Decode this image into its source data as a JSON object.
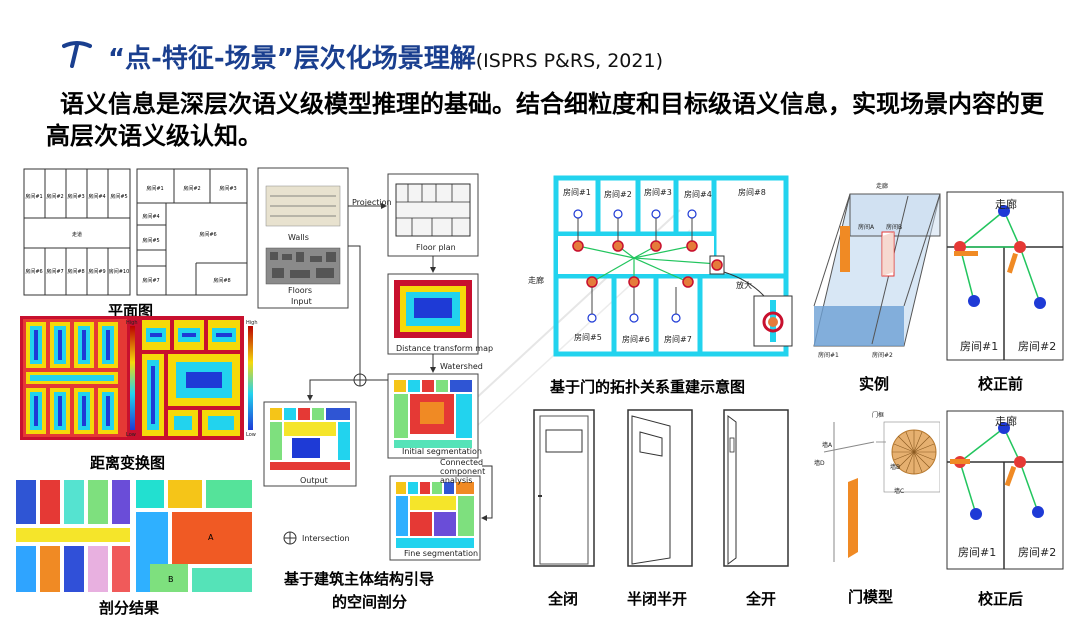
{
  "header": {
    "title_main": "“点-特征-场景”层次化场景理解",
    "title_cite": "(ISPRS P&RS, 2021)"
  },
  "intro": {
    "text": "语义信息是深层次语义级模型推理的基础。结合细粒度和目标级语义信息，实现场景内容的更高层次语义级认知。"
  },
  "panel_left": {
    "floorplan_caption": "平面图",
    "distance_caption": "距离变换图",
    "partition_caption": "剖分结果",
    "floorplan_a_rooms_top": [
      "房间#1",
      "房间#2",
      "房间#3",
      "房间#4",
      "房间#5"
    ],
    "floorplan_a_corridor": "走道",
    "floorplan_a_rooms_bottom": [
      "房间#6",
      "房间#7",
      "房间#8",
      "房间#9",
      "房间#10"
    ],
    "floorplan_b_rooms": [
      "房间#1",
      "房间#2",
      "房间#3",
      "房间#4",
      "房间#5",
      "房间#6",
      "房间#7",
      "房间#8"
    ],
    "colorbar_high": "High",
    "colorbar_low": "Low",
    "partition_labels": [
      "A",
      "B"
    ]
  },
  "panel_flow": {
    "walls_label": "Walls",
    "floors_label": "Floors",
    "input_label": "Input",
    "projection_label": "Projection",
    "floor_plan_label": "Floor plan",
    "distance_map_label": "Distance transform map",
    "watershed_label": "Watershed",
    "initial_seg_label": "Initial segmentation",
    "connected_label": "Connected component analysis",
    "fine_seg_label": "Fine segmentation",
    "output_label": "Output",
    "intersection_label": "Intersection",
    "caption_line1": "基于建筑主体结构引导",
    "caption_line2": "的空间剖分"
  },
  "panel_topology": {
    "rooms_top": [
      "房间#1",
      "房间#2",
      "房间#3",
      "房间#4",
      "房间#8"
    ],
    "rooms_bottom": [
      "房间#5",
      "房间#6",
      "房间#7"
    ],
    "corridor_label": "走廊",
    "zoom_label": "放大",
    "caption": "基于门的拓扑关系重建示意图"
  },
  "panel_doors": {
    "closed_caption": "全闭",
    "half_caption": "半闭半开",
    "open_caption": "全开"
  },
  "panel_right": {
    "instance_caption": "实例",
    "before_caption": "校正前",
    "door_model_caption": "门模型",
    "after_caption": "校正后",
    "corridor_label": "走廊",
    "room1_label": "房间#1",
    "room2_label": "房间#2",
    "instance_top_label": "走廊",
    "instance_room_a": "房间A",
    "instance_room_b": "房间B",
    "instance_bottom_1": "房间#1",
    "instance_bottom_2": "房间#2",
    "model_labels": [
      "墙A",
      "墙B",
      "墙C",
      "墙D",
      "门框"
    ]
  },
  "colors": {
    "title_blue": "#1a3f8f",
    "cyan": "#22d3ee",
    "red_node": "#e53935",
    "blue_node": "#1e3ad6",
    "orange": "#f08a24",
    "green_edge": "#22c55e"
  }
}
